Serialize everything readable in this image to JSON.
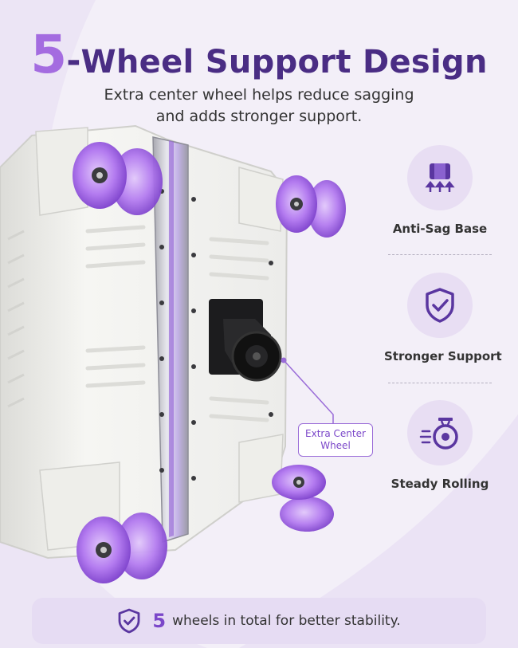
{
  "headline": {
    "number": "5",
    "dash": "-",
    "rest": "Wheel Support Design"
  },
  "subtitle": {
    "line1": "Extra center wheel helps reduce sagging",
    "line2": "and adds stronger support."
  },
  "features": [
    {
      "label": "Anti-Sag Base",
      "icon": "anti-sag-base-icon"
    },
    {
      "label": "Stronger Support",
      "icon": "shield-check-icon"
    },
    {
      "label": "Steady Rolling",
      "icon": "rolling-wheel-icon"
    }
  ],
  "callout": {
    "line1": "Extra Center",
    "line2": "Wheel"
  },
  "bottom": {
    "number": "5",
    "text": "wheels in total for better stability."
  },
  "colors": {
    "primary_purple": "#4a2d84",
    "accent_purple": "#a46ce0",
    "wheel_purple": "#9b5de5",
    "icon_bg": "#e8def3",
    "bar_bg": "#e6dcf3"
  }
}
